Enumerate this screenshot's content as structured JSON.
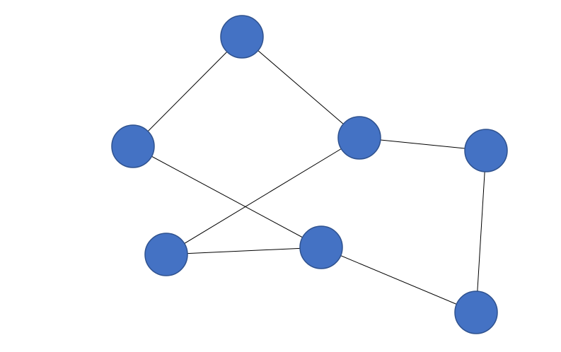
{
  "graph": {
    "node_fill": "#4472C4",
    "node_stroke": "#2F528F",
    "edge_color": "#000000",
    "nodes": [
      {
        "id": "top"
      },
      {
        "id": "left"
      },
      {
        "id": "center"
      },
      {
        "id": "right"
      },
      {
        "id": "bottom-left"
      },
      {
        "id": "middle"
      },
      {
        "id": "bottom-right"
      }
    ],
    "edges": [
      {
        "from": "top",
        "to": "left"
      },
      {
        "from": "top",
        "to": "center"
      },
      {
        "from": "center",
        "to": "right"
      },
      {
        "from": "center",
        "to": "bottom-left"
      },
      {
        "from": "left",
        "to": "middle"
      },
      {
        "from": "bottom-left",
        "to": "middle"
      },
      {
        "from": "middle",
        "to": "bottom-right"
      },
      {
        "from": "right",
        "to": "bottom-right"
      }
    ]
  }
}
